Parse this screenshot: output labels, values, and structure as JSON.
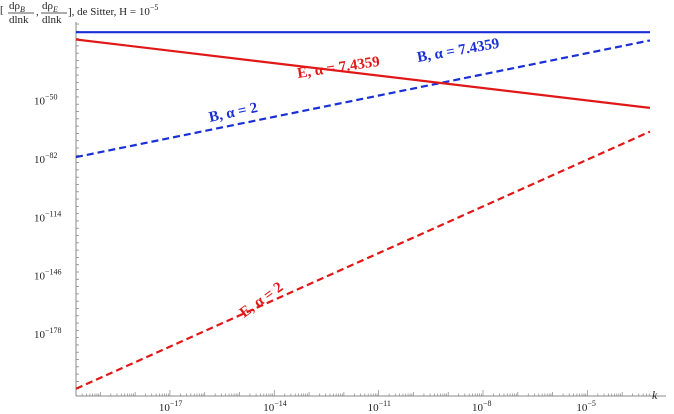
{
  "chart_data": {
    "type": "line",
    "title_parts": {
      "bracket_open": "[",
      "frac1_num": "dρ",
      "frac1_num_sub": "B",
      "frac1_den": "dlnk",
      "comma": ",",
      "frac2_num": "dρ",
      "frac2_num_sub": "E",
      "frac2_den": "dlnk",
      "suffix": "], de Sitter, H = 10",
      "suffix_exp": "−5"
    },
    "xlabel": "k",
    "x_log": true,
    "y_log": true,
    "xlim_exp": [
      -19.7,
      -3.2
    ],
    "ylim_exp": [
      -212,
      -8
    ],
    "x_ticks": [
      {
        "exp": -17,
        "base": "10",
        "sup": "−17"
      },
      {
        "exp": -14,
        "base": "10",
        "sup": "−14"
      },
      {
        "exp": -11,
        "base": "10",
        "sup": "−11"
      },
      {
        "exp": -8,
        "base": "10",
        "sup": "−8"
      },
      {
        "exp": -5,
        "base": "10",
        "sup": "−5"
      }
    ],
    "y_ticks": [
      {
        "exp": -50,
        "base": "10",
        "sup": "−50"
      },
      {
        "exp": -82,
        "base": "10",
        "sup": "−82"
      },
      {
        "exp": -114,
        "base": "10",
        "sup": "−114"
      },
      {
        "exp": -146,
        "base": "10",
        "sup": "−146"
      },
      {
        "exp": -178,
        "base": "10",
        "sup": "−178"
      }
    ],
    "series": [
      {
        "name": "B, α = 7.4359",
        "color": "#1a2fd6",
        "dash": false,
        "x_exp": [
          -19.7,
          -3.2
        ],
        "y_exp": [
          -12.5,
          -12.5
        ]
      },
      {
        "name": "B, α = 2",
        "color": "#1a2fd6",
        "dash": true,
        "x_exp": [
          -19.7,
          -3.2
        ],
        "y_exp": [
          -81,
          -17
        ]
      },
      {
        "name": "E, α = 7.4359",
        "color": "#e01818",
        "dash": false,
        "x_exp": [
          -19.7,
          -3.2
        ],
        "y_exp": [
          -16.5,
          -54
        ]
      },
      {
        "name": "E, α = 2",
        "color": "#e01818",
        "dash": true,
        "x_exp": [
          -19.7,
          -3.2
        ],
        "y_exp": [
          -208,
          -67
        ]
      }
    ],
    "annotations": [
      {
        "text": "E, α = 7.4359",
        "color": "#e01818",
        "series": 2
      },
      {
        "text": "B, α = 7.4359",
        "color": "#1a2fd6",
        "series": 0
      },
      {
        "text": "B, α = 2",
        "color": "#1a2fd6",
        "series": 1
      },
      {
        "text": "E, α = 2",
        "color": "#e01818",
        "series": 3
      }
    ]
  }
}
